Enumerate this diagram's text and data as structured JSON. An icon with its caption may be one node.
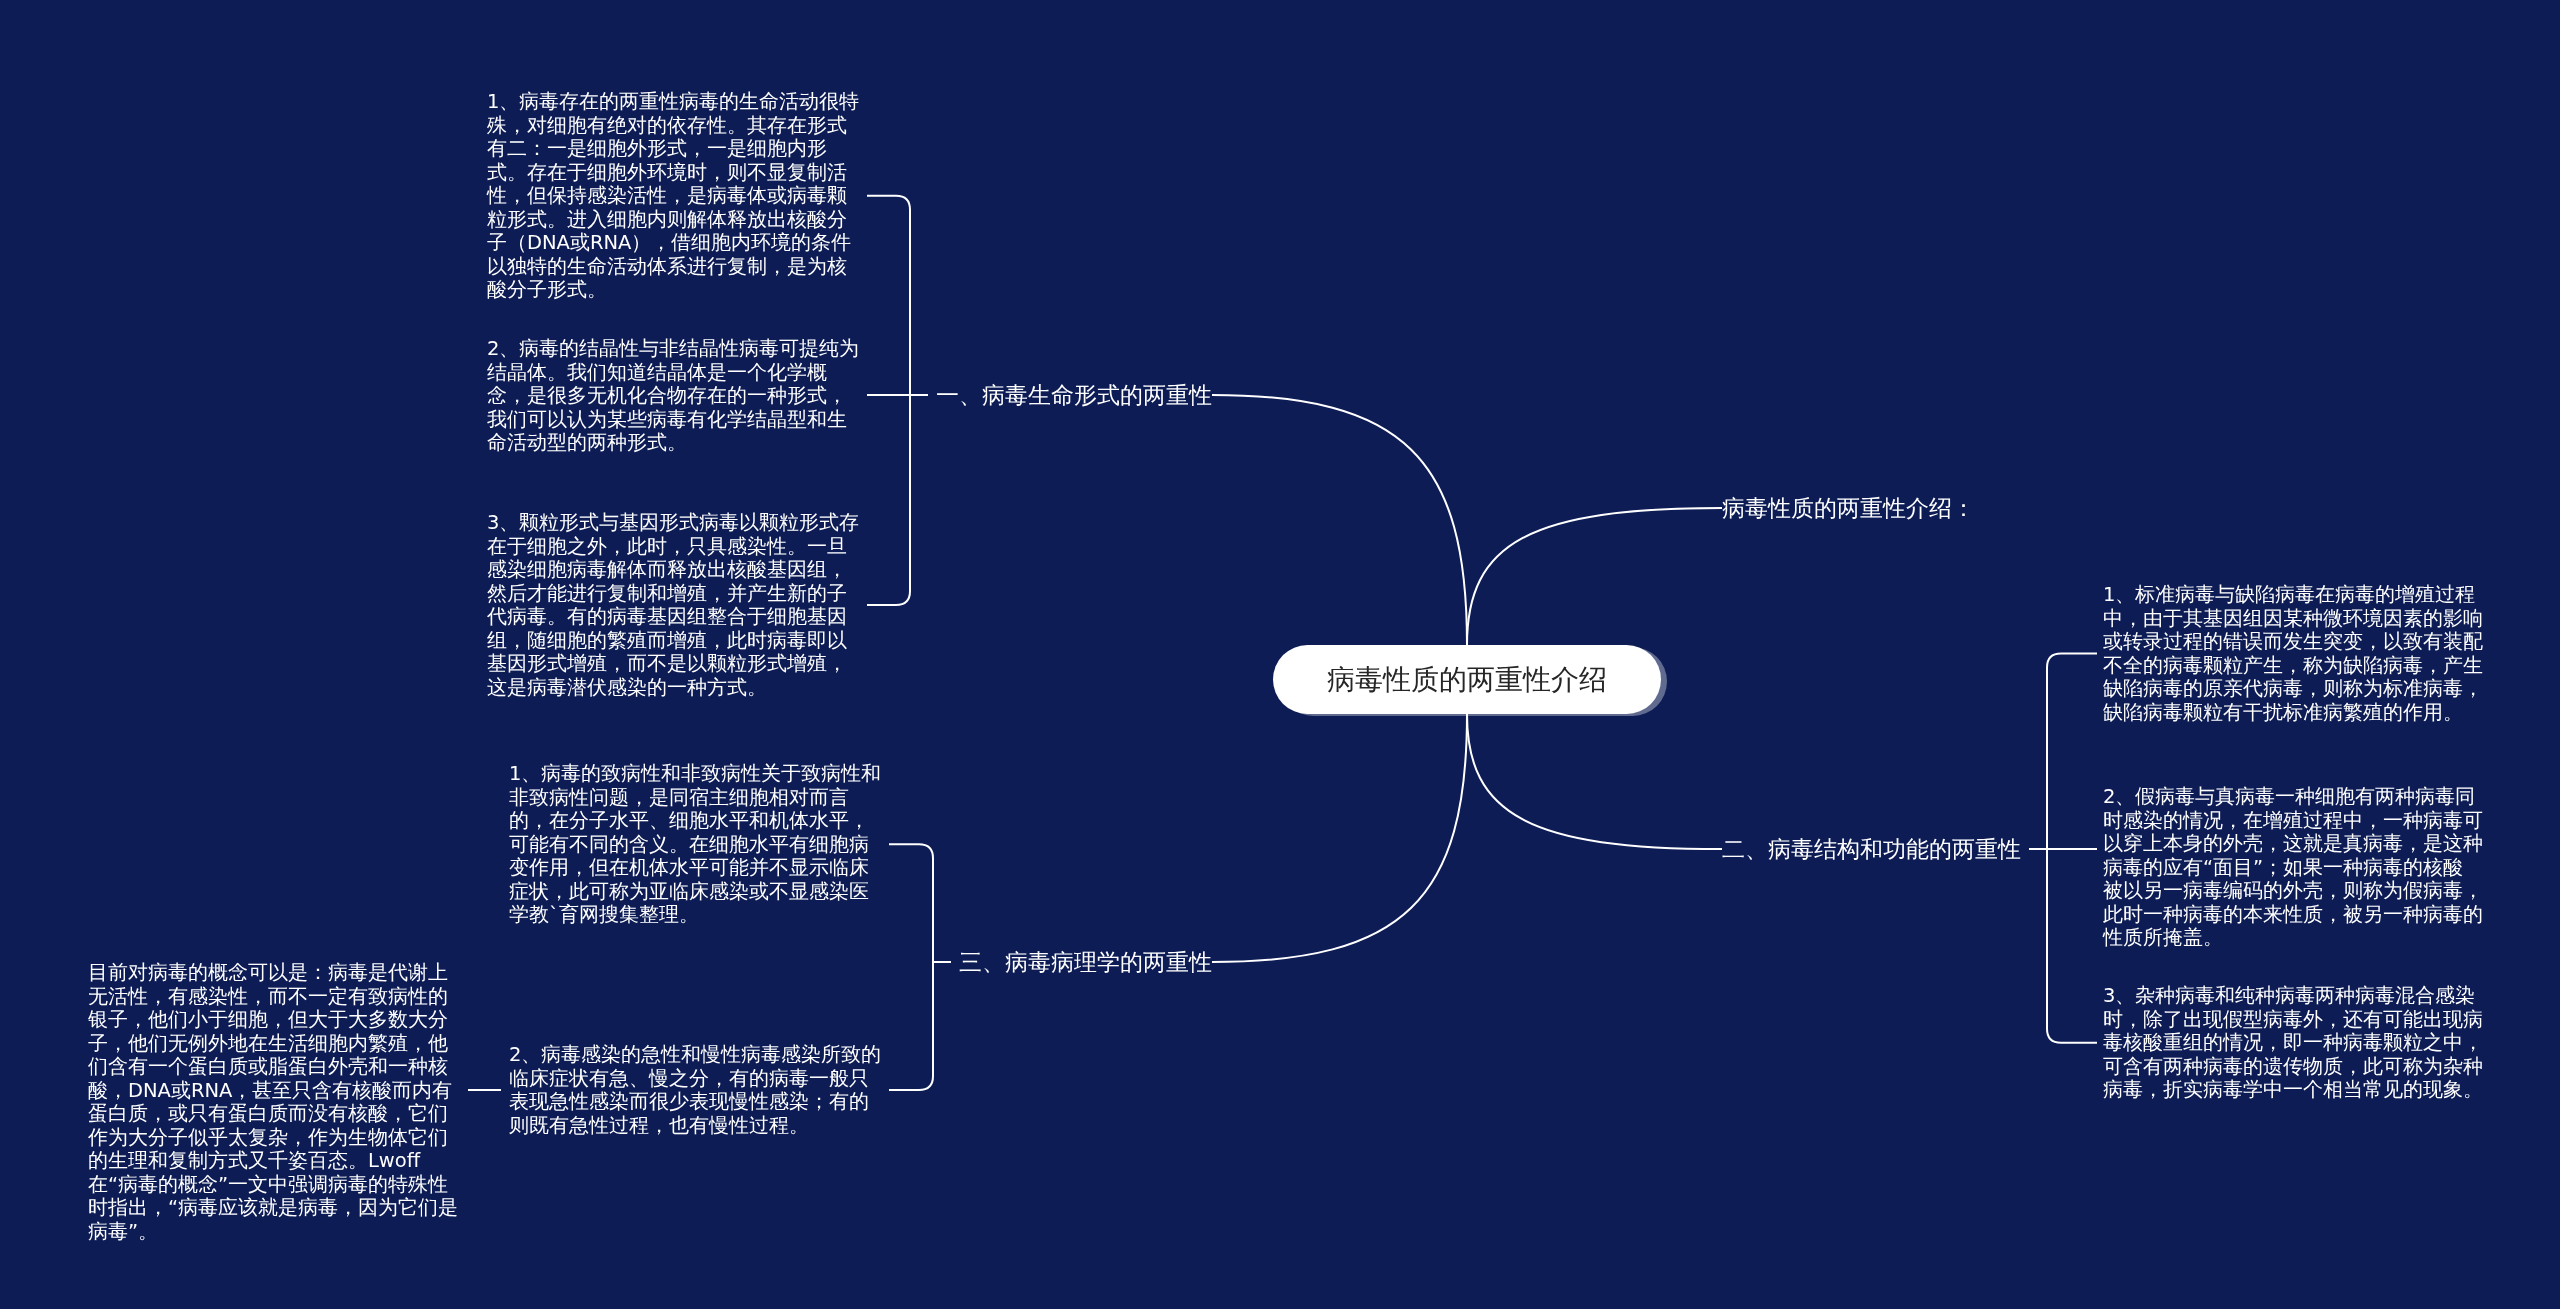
{
  "diagram": {
    "nodes": [
      {
        "text": [
          "病毒性质的两重性介绍"
        ]
      },
      {
        "text": [
          "一、病毒生命形式的两重性"
        ]
      },
      {
        "text": [
          "1、病毒存在的两重性病毒的生命活动很特殊，对细胞有绝对的依存性。其存在形式有二：一是细胞外形式，一是细胞内形式。存在于细胞外环境时，则不显复制活性，但保持感染活性，是病毒体或病毒颗粒形式。进入细胞内则解体释放出核酸分子（DNA或RNA），借细胞内环境的条件以独特的生命活动体系进行复制，是为核酸分子形式。"
        ]
      },
      {
        "text": [
          "2、病毒的结晶性与非结晶性病毒可提纯为结晶体。我们知道结晶体是一个化学概念，是很多无机化合物存在的一种形式，我们可以认为某些病毒有化学结晶型和生命活动型的两种形式。"
        ]
      },
      {
        "text": [
          "3、颗粒形式与基因形式病毒以颗粒形式存在于细胞之外，此时，只具感染性。一旦感染细胞病毒解体而释放出核酸基因组，然后才能进行复制和增殖，并产生新的子代病毒。有的病毒基因组整合于细胞基因组，随细胞的繁殖而增殖，此时病毒即以基因形式增殖，而不是以颗粒形式增殖，这是病毒潜伏感染的一种方式。"
        ]
      },
      {
        "text": [
          "三、病毒病理学的两重性"
        ]
      },
      {
        "text": [
          "1、病毒的致病性和非致病性关于致病性和非致病性问题，是同宿主细胞相对而言的，在分子水平、细胞水平和机体水平，可能有不同的含义。在细胞水平有细胞病变作用，但在机体水平可能并不显示临床症状，此可称为亚临床感染或不显感染医学教`育网搜集整理。"
        ]
      },
      {
        "text": [
          "2、病毒感染的急性和慢性病毒感染所致的临床症状有急、慢之分，有的病毒一般只表现急性感染而很少表现慢性感染；有的则既有急性过程，也有慢性过程。"
        ]
      },
      {
        "text": [
          "目前对病毒的概念可以是：病毒是代谢上无活性，有感染性，而不一定有致病性的银子，他们小于细胞，但大于大多数大分子，他们无例外地在生活细胞内繁殖，他们含有一个蛋白质或脂蛋白外壳和一种核酸，DNA或RNA，甚至只含有核酸而内有蛋白质，或只有蛋白质而没有核酸，它们作为大分子似乎太复杂，作为生物体它们的生理和复制方式又千姿百态。Lwoff在“病毒的概念”一文中强调病毒的特殊性时指出，“病毒应该就是病毒，因为它们是病毒”。"
        ]
      },
      {
        "text": [
          "病毒性质的两重性介绍："
        ]
      },
      {
        "text": [
          "二、病毒结构和功能的两重性"
        ]
      },
      {
        "text": [
          "1、标准病毒与缺陷病毒在病毒的增殖过程中，由于其基因组因某种微环境因素的影响或转录过程的错误而发生突变，以致有装配不全的病毒颗粒产生，称为缺陷病毒，产生缺陷病毒的原亲代病毒，则称为标准病毒，缺陷病毒颗粒有干扰标准病繁殖的作用。"
        ]
      },
      {
        "text": [
          "2、假病毒与真病毒一种细胞有两种病毒同时感染的情况，在增殖过程中，一种病毒可以穿上本身的外壳，这就是真病毒，是这种病毒的应有“面目”；如果一种病毒的核酸被以另一病毒编码的外壳，则称为假病毒，此时一种病毒的本来性质，被另一种病毒的性质所掩盖。"
        ]
      },
      {
        "text": [
          "3、杂种病毒和纯种病毒两种病毒混合感染时，除了出现假型病毒外，还有可能出现病毒核酸重组的情况，即一种病毒颗粒之中，可含有两种病毒的遗传物质，此可称为杂种病毒，折实病毒学中一个相当常见的现象。"
        ]
      }
    ],
    "edges": [
      {
        "from": 0,
        "to": 1,
        "arrow": "none"
      },
      {
        "from": 1,
        "to": 2,
        "arrow": "none"
      },
      {
        "from": 1,
        "to": 3,
        "arrow": "none"
      },
      {
        "from": 1,
        "to": 4,
        "arrow": "none"
      },
      {
        "from": 0,
        "to": 5,
        "arrow": "none"
      },
      {
        "from": 5,
        "to": 6,
        "arrow": "none"
      },
      {
        "from": 5,
        "to": 7,
        "arrow": "none"
      },
      {
        "from": 7,
        "to": 8,
        "arrow": "none"
      },
      {
        "from": 0,
        "to": 9,
        "arrow": "none"
      },
      {
        "from": 0,
        "to": 10,
        "arrow": "none"
      },
      {
        "from": 10,
        "to": 11,
        "arrow": "none"
      },
      {
        "from": 10,
        "to": 12,
        "arrow": "none"
      },
      {
        "from": 10,
        "to": 13,
        "arrow": "none"
      }
    ]
  }
}
